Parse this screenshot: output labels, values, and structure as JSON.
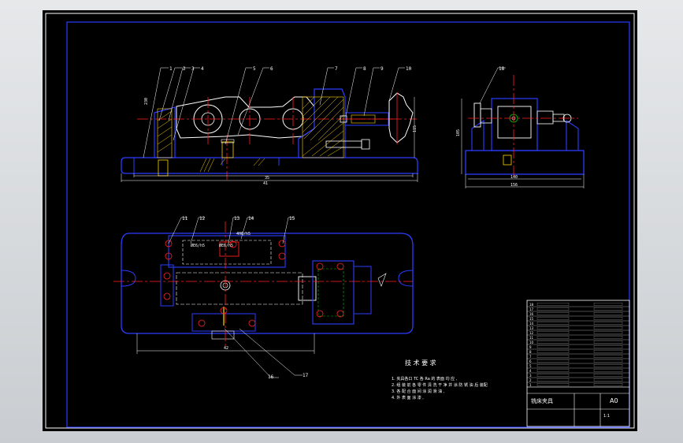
{
  "drawing": {
    "colors": {
      "outline": "#2b3cff",
      "center": "#ff2020",
      "detail": "#ffffff",
      "hatch": "#ffd400",
      "leader": "#ffffff",
      "green": "#00c000",
      "cyan": "#00c0ff",
      "background": "#000000"
    },
    "callouts_front": [
      "1",
      "2",
      "3",
      "4",
      "5",
      "6",
      "7",
      "8",
      "9",
      "10"
    ],
    "callout_side": "18",
    "callouts_top": [
      "11",
      "12",
      "13",
      "14",
      "15",
      "16",
      "17"
    ],
    "fits": [
      "ØE6/h5",
      "ØE6/h5",
      "4H6/h5"
    ],
    "dims_front": {
      "overall": "41",
      "inner": "35",
      "height": "115"
    },
    "dims_side": {
      "height": "105",
      "inner": "140",
      "overall": "156"
    },
    "dims_top": {
      "bottom": "42"
    },
    "notes": {
      "title": "技 术 要 求",
      "lines": [
        "1. 夹具各口 TC 各 Ra 的 表面 均 应 ,",
        "2. 组 装 前 各 零 件 清 洗 干 净 并 涂 防 锈 油 后 装配",
        "3. 各 配 合 面 间 涂 润 滑 油 ,",
        "4. 外 表 面 涂 漆 ,"
      ]
    },
    "title_block": {
      "name": "铣床夹具",
      "sheet_size": "A0",
      "scale": "1:1",
      "rows": [
        "18",
        "17",
        "16",
        "15",
        "14",
        "13",
        "12",
        "11",
        "10",
        "9",
        "8",
        "7",
        "6",
        "5",
        "4",
        "3",
        "2",
        "1"
      ]
    }
  }
}
